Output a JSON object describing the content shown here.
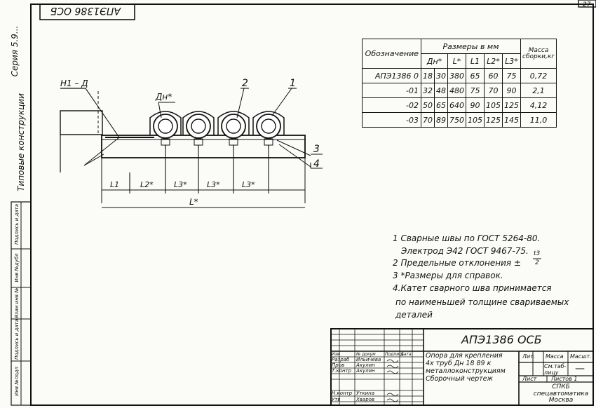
{
  "doc_code_top": "АПЭ1386 ОСБ",
  "sheet_number": "27",
  "side_series": "Серия 5.9...",
  "side_title": "Типовые  конструкции",
  "side_stamp_fields": [
    "Инв №подл",
    "Подпись и дата",
    "Взам инв №",
    "Инв №дубл",
    "Подпись и дата"
  ],
  "drawing": {
    "label_h1": "Н1 – Д",
    "label_dn": "Дн*",
    "callouts": [
      "1",
      "2",
      "3",
      "4"
    ],
    "dims": [
      "L1",
      "L2*",
      "L3*",
      "L3*",
      "L3*",
      "L*"
    ]
  },
  "spec_table": {
    "header_group": "Размеры  в  мм",
    "col_designation": "Обозначение",
    "col_mass": "Масса сборки,кг",
    "cols": [
      "Дн*",
      "L*",
      "L1",
      "L2*",
      "L3*"
    ],
    "rows": [
      {
        "des": "АПЭ1386 0",
        "dn": [
          "18",
          "30"
        ],
        "L": "380",
        "L1": "65",
        "L2": "60",
        "L3": "75",
        "mass": "0,72"
      },
      {
        "des": "-01",
        "dn": [
          "32",
          "48"
        ],
        "L": "480",
        "L1": "75",
        "L2": "70",
        "L3": "90",
        "mass": "2,1"
      },
      {
        "des": "-02",
        "dn": [
          "50",
          "65"
        ],
        "L": "640",
        "L1": "90",
        "L2": "105",
        "L3": "125",
        "mass": "4,12"
      },
      {
        "des": "-03",
        "dn": [
          "70",
          "89"
        ],
        "L": "750",
        "L1": "105",
        "L2": "125",
        "L3": "145",
        "mass": "11,0"
      }
    ]
  },
  "notes": [
    "1 Сварные швы по ГОСТ 5264-80.",
    "Электрод Э42 ГОСТ 9467-75.",
    "2 Предельные отклонения ±",
    "3 *Размеры для справок.",
    "4.Катет сварного шва принимается",
    "по наименьшей толщине свариваемых деталей"
  ],
  "note2_frac_num": "t3",
  "note2_frac_den": "2",
  "title_block": {
    "code": "АПЭ1386 ОСБ",
    "name_lines": [
      "Опора для крепления",
      "4x труб Дн 18  89 к",
      "металлоконструкциям",
      "Сборочный чертеж"
    ],
    "col_headers": [
      "Лит.",
      "Масса",
      "Масшт."
    ],
    "mass_value": "См.таб-лицу",
    "scale_value": "—",
    "sheet_label": "Лист",
    "sheets_label": "Листов 1",
    "org": "СПКБ спецавтоматика Москва",
    "roles": [
      {
        "role": "Изм",
        "name": "№ докум",
        "sign": "Подпись",
        "date": "Дата"
      },
      {
        "role": "Разраб",
        "name": "Ильичева"
      },
      {
        "role": "Пров",
        "name": "Акулин"
      },
      {
        "role": "Т.контр",
        "name": "Акулин"
      },
      {
        "role": "Н.контр",
        "name": "Уткина"
      },
      {
        "role": "Утв",
        "name": "Хваров"
      }
    ]
  }
}
